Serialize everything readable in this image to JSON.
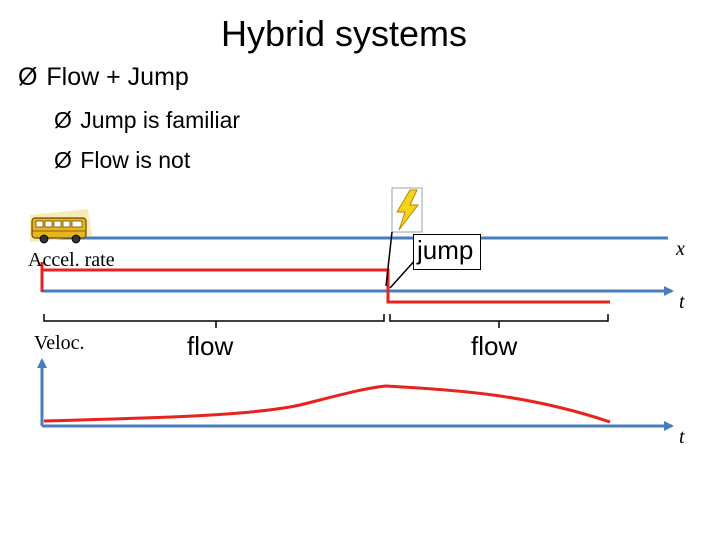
{
  "slide": {
    "title": "Hybrid systems",
    "bullets": {
      "level1": {
        "marker": "Ø",
        "text": "Flow + Jump"
      },
      "level2": [
        {
          "marker": "Ø",
          "text": "Jump is familiar"
        },
        {
          "marker": "Ø",
          "text": "Flow is not"
        }
      ]
    }
  },
  "diagram": {
    "labels": {
      "accel": "Accel. rate",
      "veloc": "Veloc.",
      "x_axis": "x",
      "t_axis_top": "t",
      "t_axis_bottom": "t",
      "jump": "jump",
      "flow_left": "flow",
      "flow_right": "flow"
    },
    "icons": [
      "school-bus-icon",
      "lightning-bolt-icon"
    ],
    "colors": {
      "axis": "#4a7ebb",
      "signal": "#e8221c",
      "bolt": "#f5d31a",
      "bus": "#e8b520"
    }
  }
}
